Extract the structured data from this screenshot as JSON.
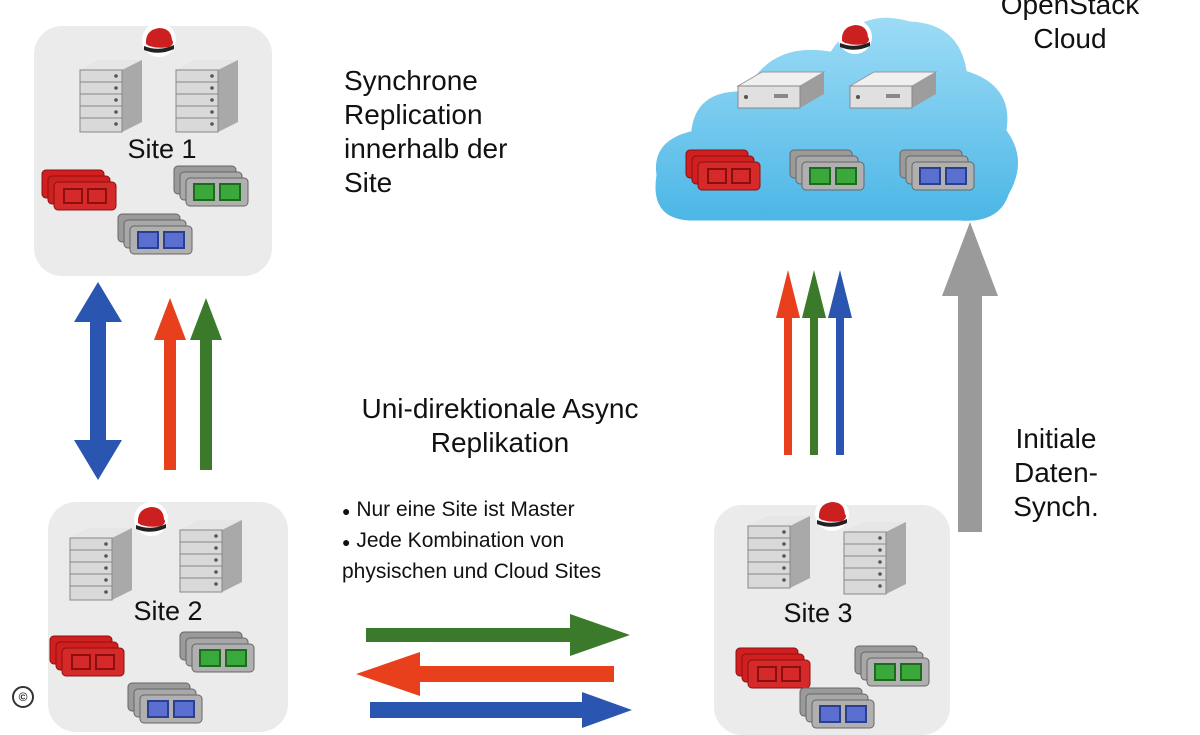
{
  "sites": [
    {
      "label": "Site 1"
    },
    {
      "label": "Site 2"
    },
    {
      "label": "Site 3"
    }
  ],
  "cloud": {
    "label_line1": "OpenStack",
    "label_line2": "Cloud"
  },
  "texts": {
    "sync_line1": "Synchrone",
    "sync_line2": "Replication",
    "sync_line3": "innerhalb der",
    "sync_line4": "Site",
    "async_line1": "Uni-direktionale Async",
    "async_line2": "Replikation",
    "bullet1": "Nur eine Site ist Master",
    "bullet2_line1": "Jede Kombination von",
    "bullet2_line2": "physischen und Cloud Sites",
    "initial_line1": "Initiale",
    "initial_line2": "Daten-",
    "initial_line3": "Synch."
  },
  "copyright_symbol": "©",
  "colors": {
    "red": "#e8401c",
    "green": "#3b7a2a",
    "blue": "#2a55b0",
    "gray": "#9a9a9a",
    "site_bg": "#ebebeb",
    "cloud": "#6fc6ec",
    "redhat": "#cc1f1f"
  },
  "icons": [
    "redhat-logo-icon",
    "server-stack-icon",
    "storage-array-icon",
    "appliance-icon",
    "cloud-icon"
  ]
}
